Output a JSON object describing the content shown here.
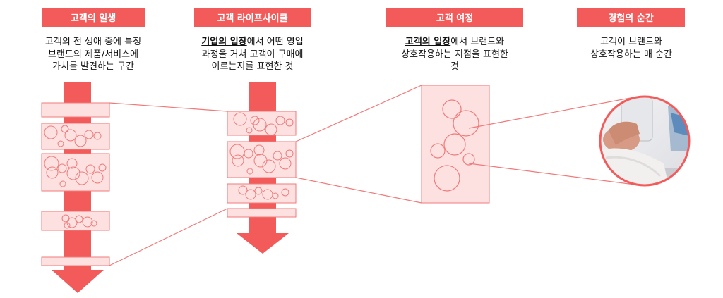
{
  "columns": [
    {
      "title": "고객의 일생",
      "lines": [
        {
          "emphasis": "",
          "text": "고객의 전 생애 중에 특정"
        },
        {
          "emphasis": "",
          "text": "브랜드의 제품/서비스에"
        },
        {
          "emphasis": "",
          "text": "가치를 발견하는 구간"
        }
      ]
    },
    {
      "title": "고객 라이프사이클",
      "lines": [
        {
          "emphasis": "기업의 입장",
          "text": "에서 어떤 영업"
        },
        {
          "emphasis": "",
          "text": "과정을 거쳐 고객이 구매에"
        },
        {
          "emphasis": "",
          "text": "이르는지를 표현한 것"
        }
      ]
    },
    {
      "title": "고객 여정",
      "lines": [
        {
          "emphasis": "고객의 입장",
          "text": "에서 브랜드와"
        },
        {
          "emphasis": "",
          "text": "상호작용하는 지점을 표현한"
        },
        {
          "emphasis": "",
          "text": "것"
        }
      ]
    },
    {
      "title": "경험의 순간",
      "lines": [
        {
          "emphasis": "",
          "text": "고객이 브랜드와"
        },
        {
          "emphasis": "",
          "text": "상호작용하는 매 순간"
        }
      ]
    }
  ],
  "colors": {
    "accent": "#f35b5b",
    "band_fill": "#fde1e1",
    "band_stroke": "#f07a7a",
    "connector": "#f07a7a"
  },
  "icons": {
    "moment_photo": "hand-holding-smartphone-photo"
  }
}
